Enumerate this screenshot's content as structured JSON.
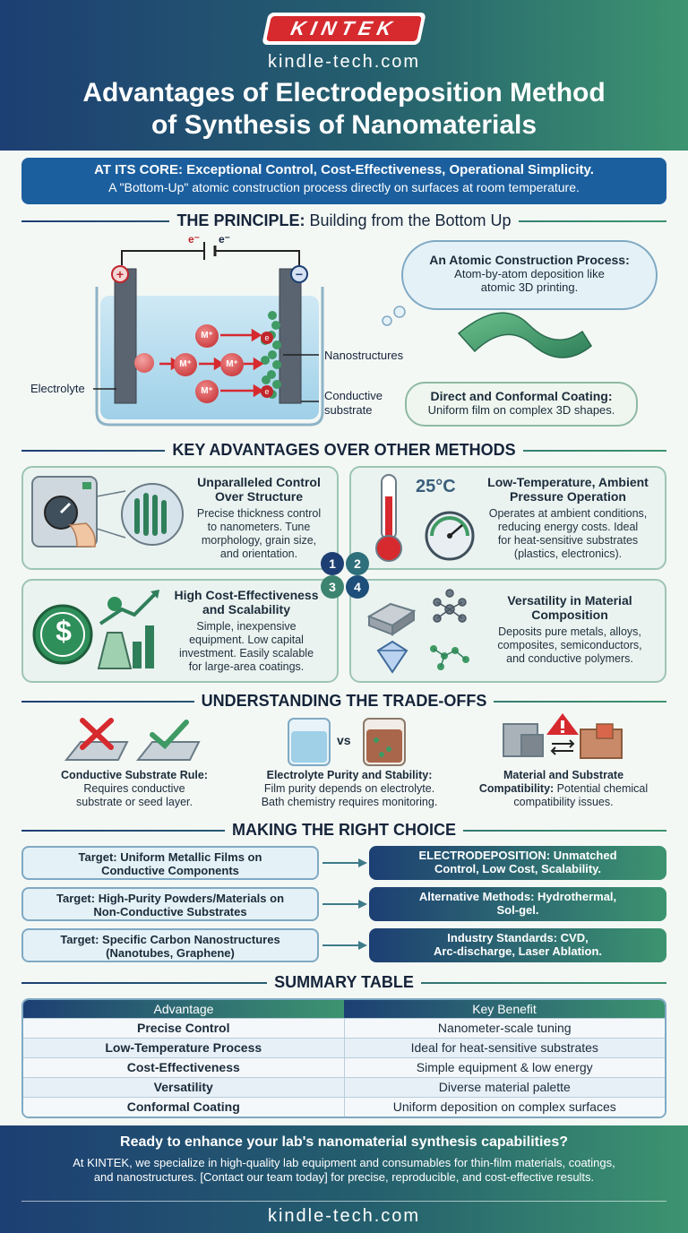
{
  "header": {
    "logo": "KINTEK",
    "site": "kindle-tech.com",
    "title_line1": "Advantages of Electrodeposition Method",
    "title_line2": "of Synthesis of Nanomaterials"
  },
  "core": {
    "line1": "AT ITS CORE: Exceptional Control, Cost-Effectiveness, Operational Simplicity.",
    "line2": "A \"Bottom-Up\" atomic construction process directly on surfaces at room temperature."
  },
  "principle": {
    "heading_bold": "THE PRINCIPLE:",
    "heading_rest": " Building from the Bottom Up",
    "electron_left": "e⁻",
    "electron_right": "e⁻",
    "plus": "+",
    "minus": "−",
    "ion": "M⁺",
    "electron_dot": "e",
    "label_electrolyte": "Electrolyte",
    "label_nanostructures": "Nanostructures",
    "label_substrate_1": "Conductive",
    "label_substrate_2": "substrate",
    "cloud_title": "An Atomic Construction Process:",
    "cloud_body_1": "Atom-by-atom deposition like",
    "cloud_body_2": "atomic 3D printing.",
    "bubble_title": "Direct and Conformal Coating:",
    "bubble_body": "Uniform film on complex 3D shapes."
  },
  "advantages": {
    "heading": "KEY ADVANTAGES OVER OTHER METHODS",
    "items": [
      {
        "n": "1",
        "title1": "Unparalleled Control",
        "title2": "Over Structure",
        "b1": "Precise thickness control",
        "b2": "to nanometers. Tune",
        "b3": "morphology, grain size,",
        "b4": "and orientation."
      },
      {
        "n": "2",
        "title1": "Low-Temperature, Ambient",
        "title2": "Pressure Operation",
        "b1": "Operates at ambient conditions,",
        "b2": "reducing energy costs. Ideal",
        "b3": "for heat-sensitive substrates",
        "b4": "(plastics, electronics)."
      },
      {
        "n": "3",
        "title1": "High Cost-Effectiveness",
        "title2": "and Scalability",
        "b1": "Simple, inexpensive",
        "b2": "equipment. Low capital",
        "b3": "investment. Easily scalable",
        "b4": "for large-area coatings."
      },
      {
        "n": "4",
        "title1": "Versatility in Material",
        "title2": "Composition",
        "b1": "Deposits pure metals, alloys,",
        "b2": "composites, semiconductors,",
        "b3": "and conductive polymers.",
        "b4": ""
      }
    ],
    "temp": "25°C",
    "dollar": "$"
  },
  "tradeoffs": {
    "heading": "UNDERSTANDING THE TRADE-OFFS",
    "vs": "vs",
    "items": [
      {
        "title": "Conductive Substrate Rule:",
        "b1": "Requires conductive",
        "b2": "substrate or seed layer."
      },
      {
        "title": "Electrolyte Purity and Stability:",
        "b1": "Film purity depends on electrolyte.",
        "b2": "Bath chemistry requires monitoring."
      },
      {
        "title": "Material and Substrate",
        "title2": "Compatibility:",
        "b1": " Potential chemical",
        "b2": "compatibility issues."
      }
    ]
  },
  "choice": {
    "heading": "MAKING THE RIGHT CHOICE",
    "rows": [
      {
        "t1": "Target: Uniform Metallic Films on",
        "t2": "Conductive Components",
        "r1": "ELECTRODEPOSITION: Unmatched",
        "r2": "Control, Low Cost, Scalability."
      },
      {
        "t1": "Target: High-Purity Powders/Materials on",
        "t2": "Non-Conductive Substrates",
        "r1": "Alternative Methods: Hydrothermal,",
        "r2": "Sol-gel."
      },
      {
        "t1": "Target: Specific Carbon Nanostructures",
        "t2": "(Nanotubes, Graphene)",
        "r1": "Industry Standards: CVD,",
        "r2": "Arc-discharge, Laser Ablation."
      }
    ]
  },
  "summary": {
    "heading": "SUMMARY TABLE",
    "col1": "Advantage",
    "col2": "Key Benefit",
    "rows": [
      {
        "a": "Precise Control",
        "b": "Nanometer-scale tuning"
      },
      {
        "a": "Low-Temperature Process",
        "b": "Ideal for heat-sensitive substrates"
      },
      {
        "a": "Cost-Effectiveness",
        "b": "Simple equipment & low energy"
      },
      {
        "a": "Versatility",
        "b": "Diverse material palette"
      },
      {
        "a": "Conformal Coating",
        "b": "Uniform deposition on complex surfaces"
      }
    ]
  },
  "footer": {
    "heading": "Ready to enhance your lab's nanomaterial synthesis capabilities?",
    "body1": "At KINTEK, we specialize in high-quality lab equipment and consumables for thin-film materials, coatings,",
    "body2": "and nanostructures. [Contact our team today] for precise, reproducible, and cost-effective results.",
    "site": "kindle-tech.com"
  },
  "colors": {
    "navy": "#1d3f73",
    "green": "#3d9470",
    "accent_red": "#d62a2f",
    "core_blue": "#1b5f9e"
  }
}
